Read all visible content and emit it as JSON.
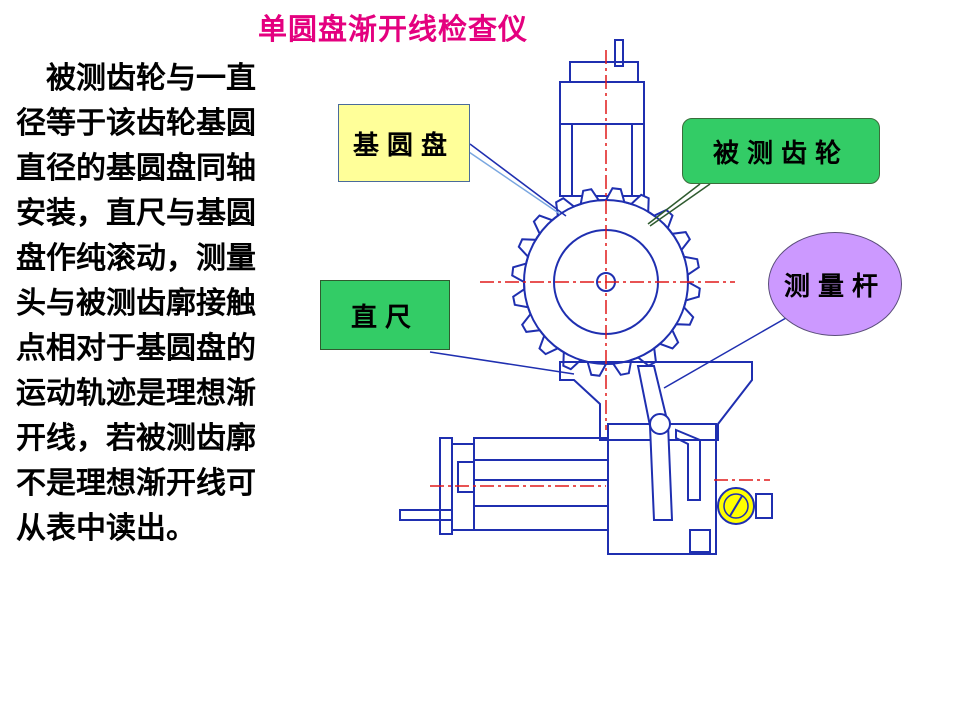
{
  "title": "单圆盘渐开线检查仪",
  "description": "被测齿轮与一直径等于该齿轮基圆直径的基圆盘同轴安装，直尺与基圆盘作纯滚动，测量头与被测齿廓接触点相对于基圆盘的运动轨迹是理想渐开线，若被测齿廓不是理想渐开线可从表中读出。",
  "callouts": {
    "base_circle": "基圆盘",
    "gear": "被测齿轮",
    "ruler": "直尺",
    "probe": "测量杆"
  },
  "colors": {
    "title": "#e4007f",
    "outline": "#1f2fb0",
    "centerline": "#e11a1a",
    "base_circle_callout": "#ffff99",
    "green_callout": "#33cc66",
    "probe_callout": "#cc99ff",
    "dial": "#ffff00"
  }
}
